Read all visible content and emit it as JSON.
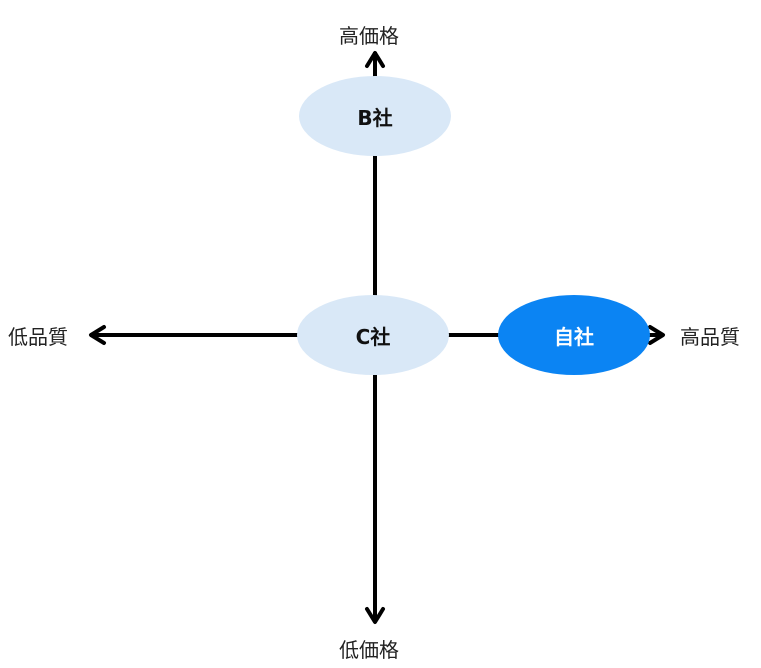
{
  "axes": {
    "top_label": "高価格",
    "bottom_label": "低価格",
    "left_label": "低品質",
    "right_label": "高品質"
  },
  "companies": {
    "b": {
      "label": "B社",
      "color": "#d9e8f7"
    },
    "c": {
      "label": "C社",
      "color": "#d9e8f7"
    },
    "self": {
      "label": "自社",
      "color": "#0b84f3"
    }
  },
  "colors": {
    "axis": "#000000",
    "label_text": "#222222"
  }
}
